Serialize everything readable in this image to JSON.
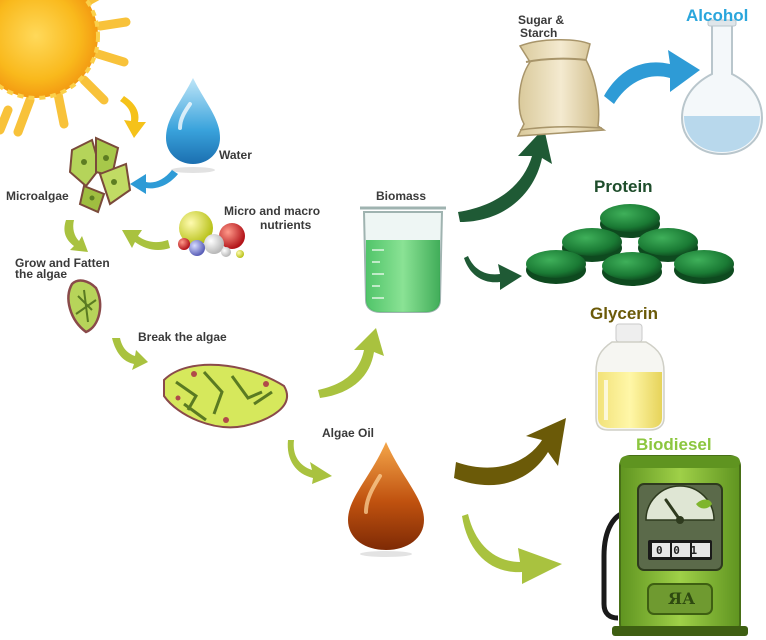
{
  "labels": {
    "water": "Water",
    "microalgae": "Microalgae",
    "nutrients_line1": "Micro and macro",
    "nutrients_line2": "nutrients",
    "grow_line1": "Grow and Fatten",
    "grow_line2": "the algae",
    "break": "Break the algae",
    "biomass": "Biomass",
    "sugar_line1": "Sugar &",
    "sugar_line2": "Starch",
    "alcohol": "Alcohol",
    "protein": "Protein",
    "glycerin": "Glycerin",
    "algae_oil": "Algae Oil",
    "biodiesel": "Biodiesel",
    "meter_digits": "0 0 1",
    "pump_logo": "ЯА"
  },
  "colors": {
    "sun": "#f7b81e",
    "water": "#3aa3dc",
    "algae_green": "#8fb53a",
    "arrow_green": "#a9c23f",
    "arrow_dark_green": "#1f5a35",
    "arrow_olive": "#6b5a08",
    "arrow_blue": "#2e9bd6",
    "alcohol_text": "#2aa6dc",
    "protein_text": "#1e4d2b",
    "glycerin_text": "#6b5a08",
    "biodiesel_text": "#8cc63f",
    "oil": "#b3470b",
    "pump": "#7fb52d"
  }
}
